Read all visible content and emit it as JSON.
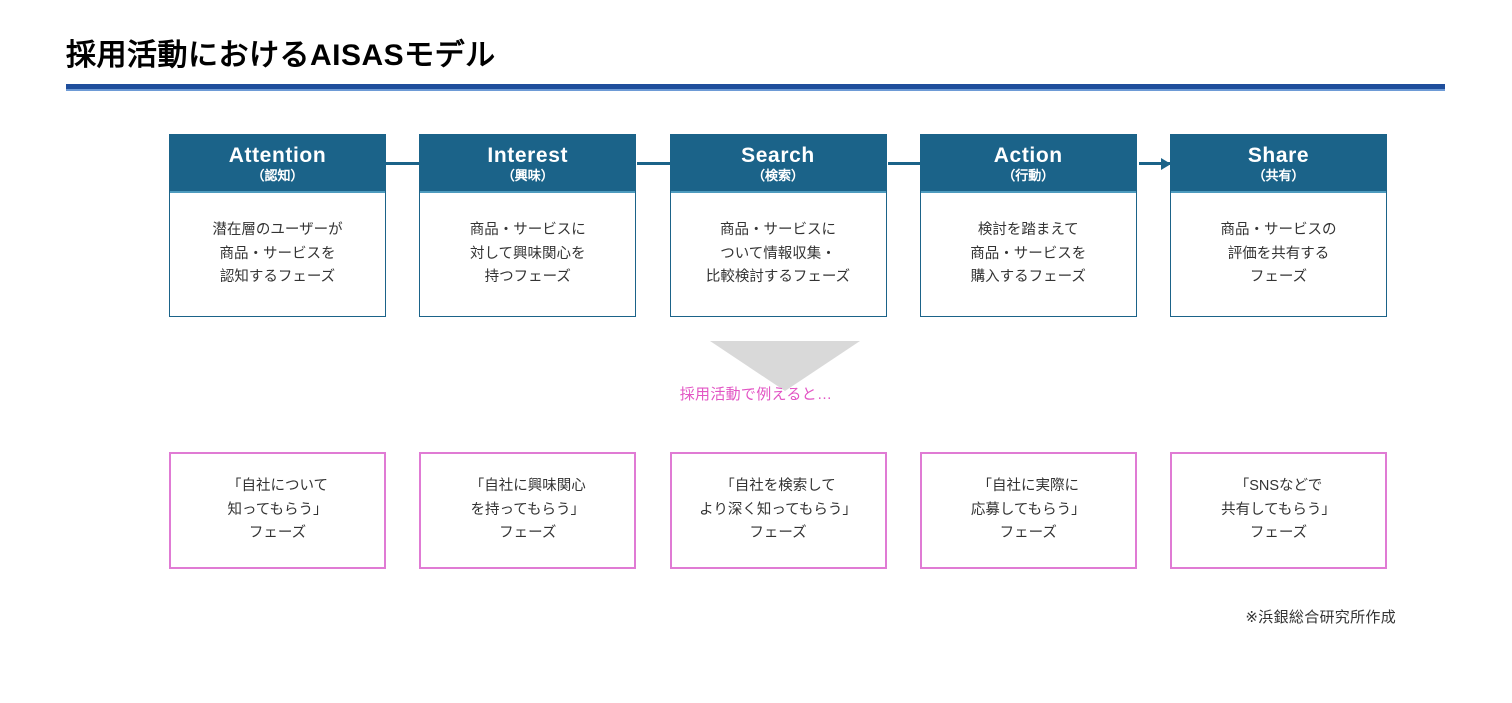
{
  "slide": {
    "title": "採用活動におけるAISASモデル",
    "title_rule_color": "#1F4E9C",
    "source_note": "※浜銀総合研究所作成"
  },
  "theme": {
    "header_teal": "#1B6389",
    "header_underline": "#4E9BBE",
    "pink_border": "#E07BD4",
    "pink_text": "#E255C4",
    "triangle_gray": "#D9D9D9",
    "body_text": "#333333"
  },
  "phases": [
    {
      "en": "Attention",
      "jp": "（認知）",
      "desc_lines": [
        "潜在層のユーザーが",
        "商品・サービスを",
        "認知するフェーズ"
      ]
    },
    {
      "en": "Interest",
      "jp": "（興味）",
      "desc_lines": [
        "商品・サービスに",
        "対して興味関心を",
        "持つフェーズ"
      ]
    },
    {
      "en": "Search",
      "jp": "（検索）",
      "desc_lines": [
        "商品・サービスに",
        "ついて情報収集・",
        "比較検討するフェーズ"
      ]
    },
    {
      "en": "Action",
      "jp": "（行動）",
      "desc_lines": [
        "検討を踏まえて",
        "商品・サービスを",
        "購入するフェーズ"
      ]
    },
    {
      "en": "Share",
      "jp": "（共有）",
      "desc_lines": [
        "商品・サービスの",
        "評価を共有する",
        "フェーズ"
      ]
    }
  ],
  "bridge": {
    "caption": "採用活動で例えると…"
  },
  "analogies": [
    {
      "lines": [
        "「自社について",
        "知ってもらう」",
        "フェーズ"
      ]
    },
    {
      "lines": [
        "「自社に興味関心",
        "を持ってもらう」",
        "フェーズ"
      ]
    },
    {
      "lines": [
        "「自社を検索して",
        "より深く知ってもらう」",
        "フェーズ"
      ]
    },
    {
      "lines": [
        "「自社に実際に",
        "応募してもらう」",
        "フェーズ"
      ]
    },
    {
      "lines": [
        "「SNSなどで",
        "共有してもらう」",
        "フェーズ"
      ]
    }
  ]
}
